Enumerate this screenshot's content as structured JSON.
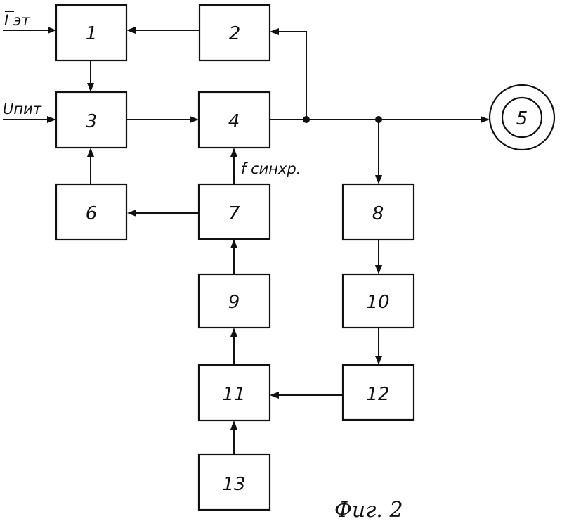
{
  "blocks": {
    "b1": "1",
    "b2": "2",
    "b3": "3",
    "b4": "4",
    "b5": "5",
    "b6": "6",
    "b7": "7",
    "b8": "8",
    "b9": "9",
    "b10": "10",
    "b11": "11",
    "b12": "12",
    "b13": "13"
  },
  "signals": {
    "reference_current": "I эт",
    "supply_voltage": "Uпит",
    "sync_frequency": "f синхр."
  },
  "caption": "Фиг. 2"
}
